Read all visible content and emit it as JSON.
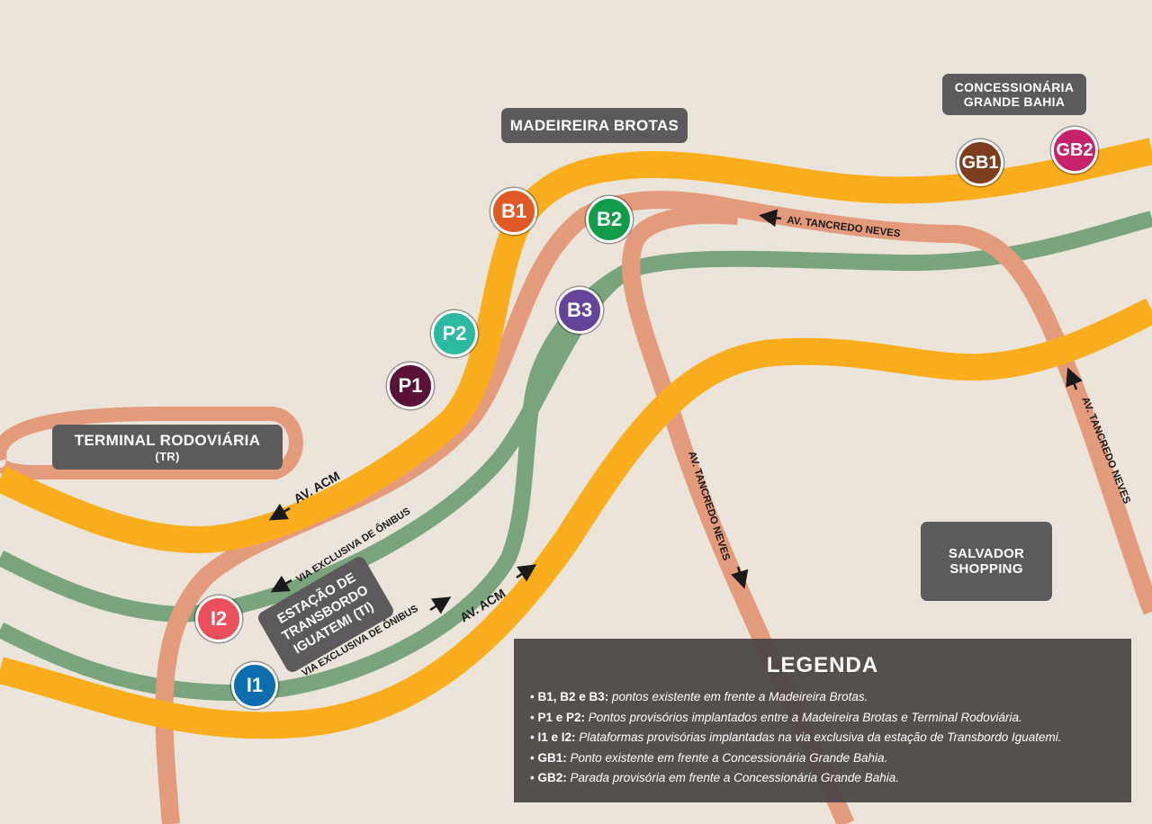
{
  "colors": {
    "background": "#ebe4db",
    "road_yellow": "#fbae1d",
    "road_salmon": "#e49b7c",
    "road_green": "#7aa57c",
    "label_bg": "#5c5a5d",
    "legend_bg": "#4a4645"
  },
  "places": {
    "terminal_line1": "TERMINAL RODOVIÁRIA",
    "terminal_line2": "(TR)",
    "madeireira": "MADEIREIRA BROTAS",
    "concessionaria_line1": "CONCESSIONÁRIA",
    "concessionaria_line2": "GRANDE BAHIA",
    "salvador_line1": "SALVADOR",
    "salvador_line2": "SHOPPING",
    "estacao_line1": "ESTAÇÃO DE",
    "estacao_line2": "TRANSBORDO",
    "estacao_line3": "IGUATEMI (TI)"
  },
  "road_labels": {
    "av_acm": "AV. ACM",
    "via_exclusiva": "VIA EXCLUSIVA DE ÔNIBUS",
    "av_tancredo": "AV. TANCREDO NEVES"
  },
  "markers": [
    {
      "id": "B1",
      "color": "#e15a26"
    },
    {
      "id": "B2",
      "color": "#119c4a"
    },
    {
      "id": "B3",
      "color": "#63449a"
    },
    {
      "id": "P2",
      "color": "#2cb9a2"
    },
    {
      "id": "P1",
      "color": "#5b1239"
    },
    {
      "id": "I2",
      "color": "#ea4f5b"
    },
    {
      "id": "I1",
      "color": "#0c6eaf"
    },
    {
      "id": "GB1",
      "color": "#7e3d1e"
    },
    {
      "id": "GB2",
      "color": "#c6226a"
    }
  ],
  "legend": {
    "title": "LEGENDA",
    "items": [
      {
        "key": "B1, B2 e B3:",
        "text": "pontos existente em frente a Madeireira Brotas."
      },
      {
        "key": "P1 e P2:",
        "text": "Pontos provisórios implantados entre a Madeireira Brotas e Terminal Rodoviária."
      },
      {
        "key": "I1 e I2:",
        "text": "Plataformas provisórias implantadas na via exclusiva da estação de Transbordo Iguatemi."
      },
      {
        "key": "GB1:",
        "text": "Ponto existente em frente a Concessionária Grande Bahia."
      },
      {
        "key": "GB2:",
        "text": "Parada provisória em frente a Concessionária Grande Bahia."
      }
    ]
  }
}
